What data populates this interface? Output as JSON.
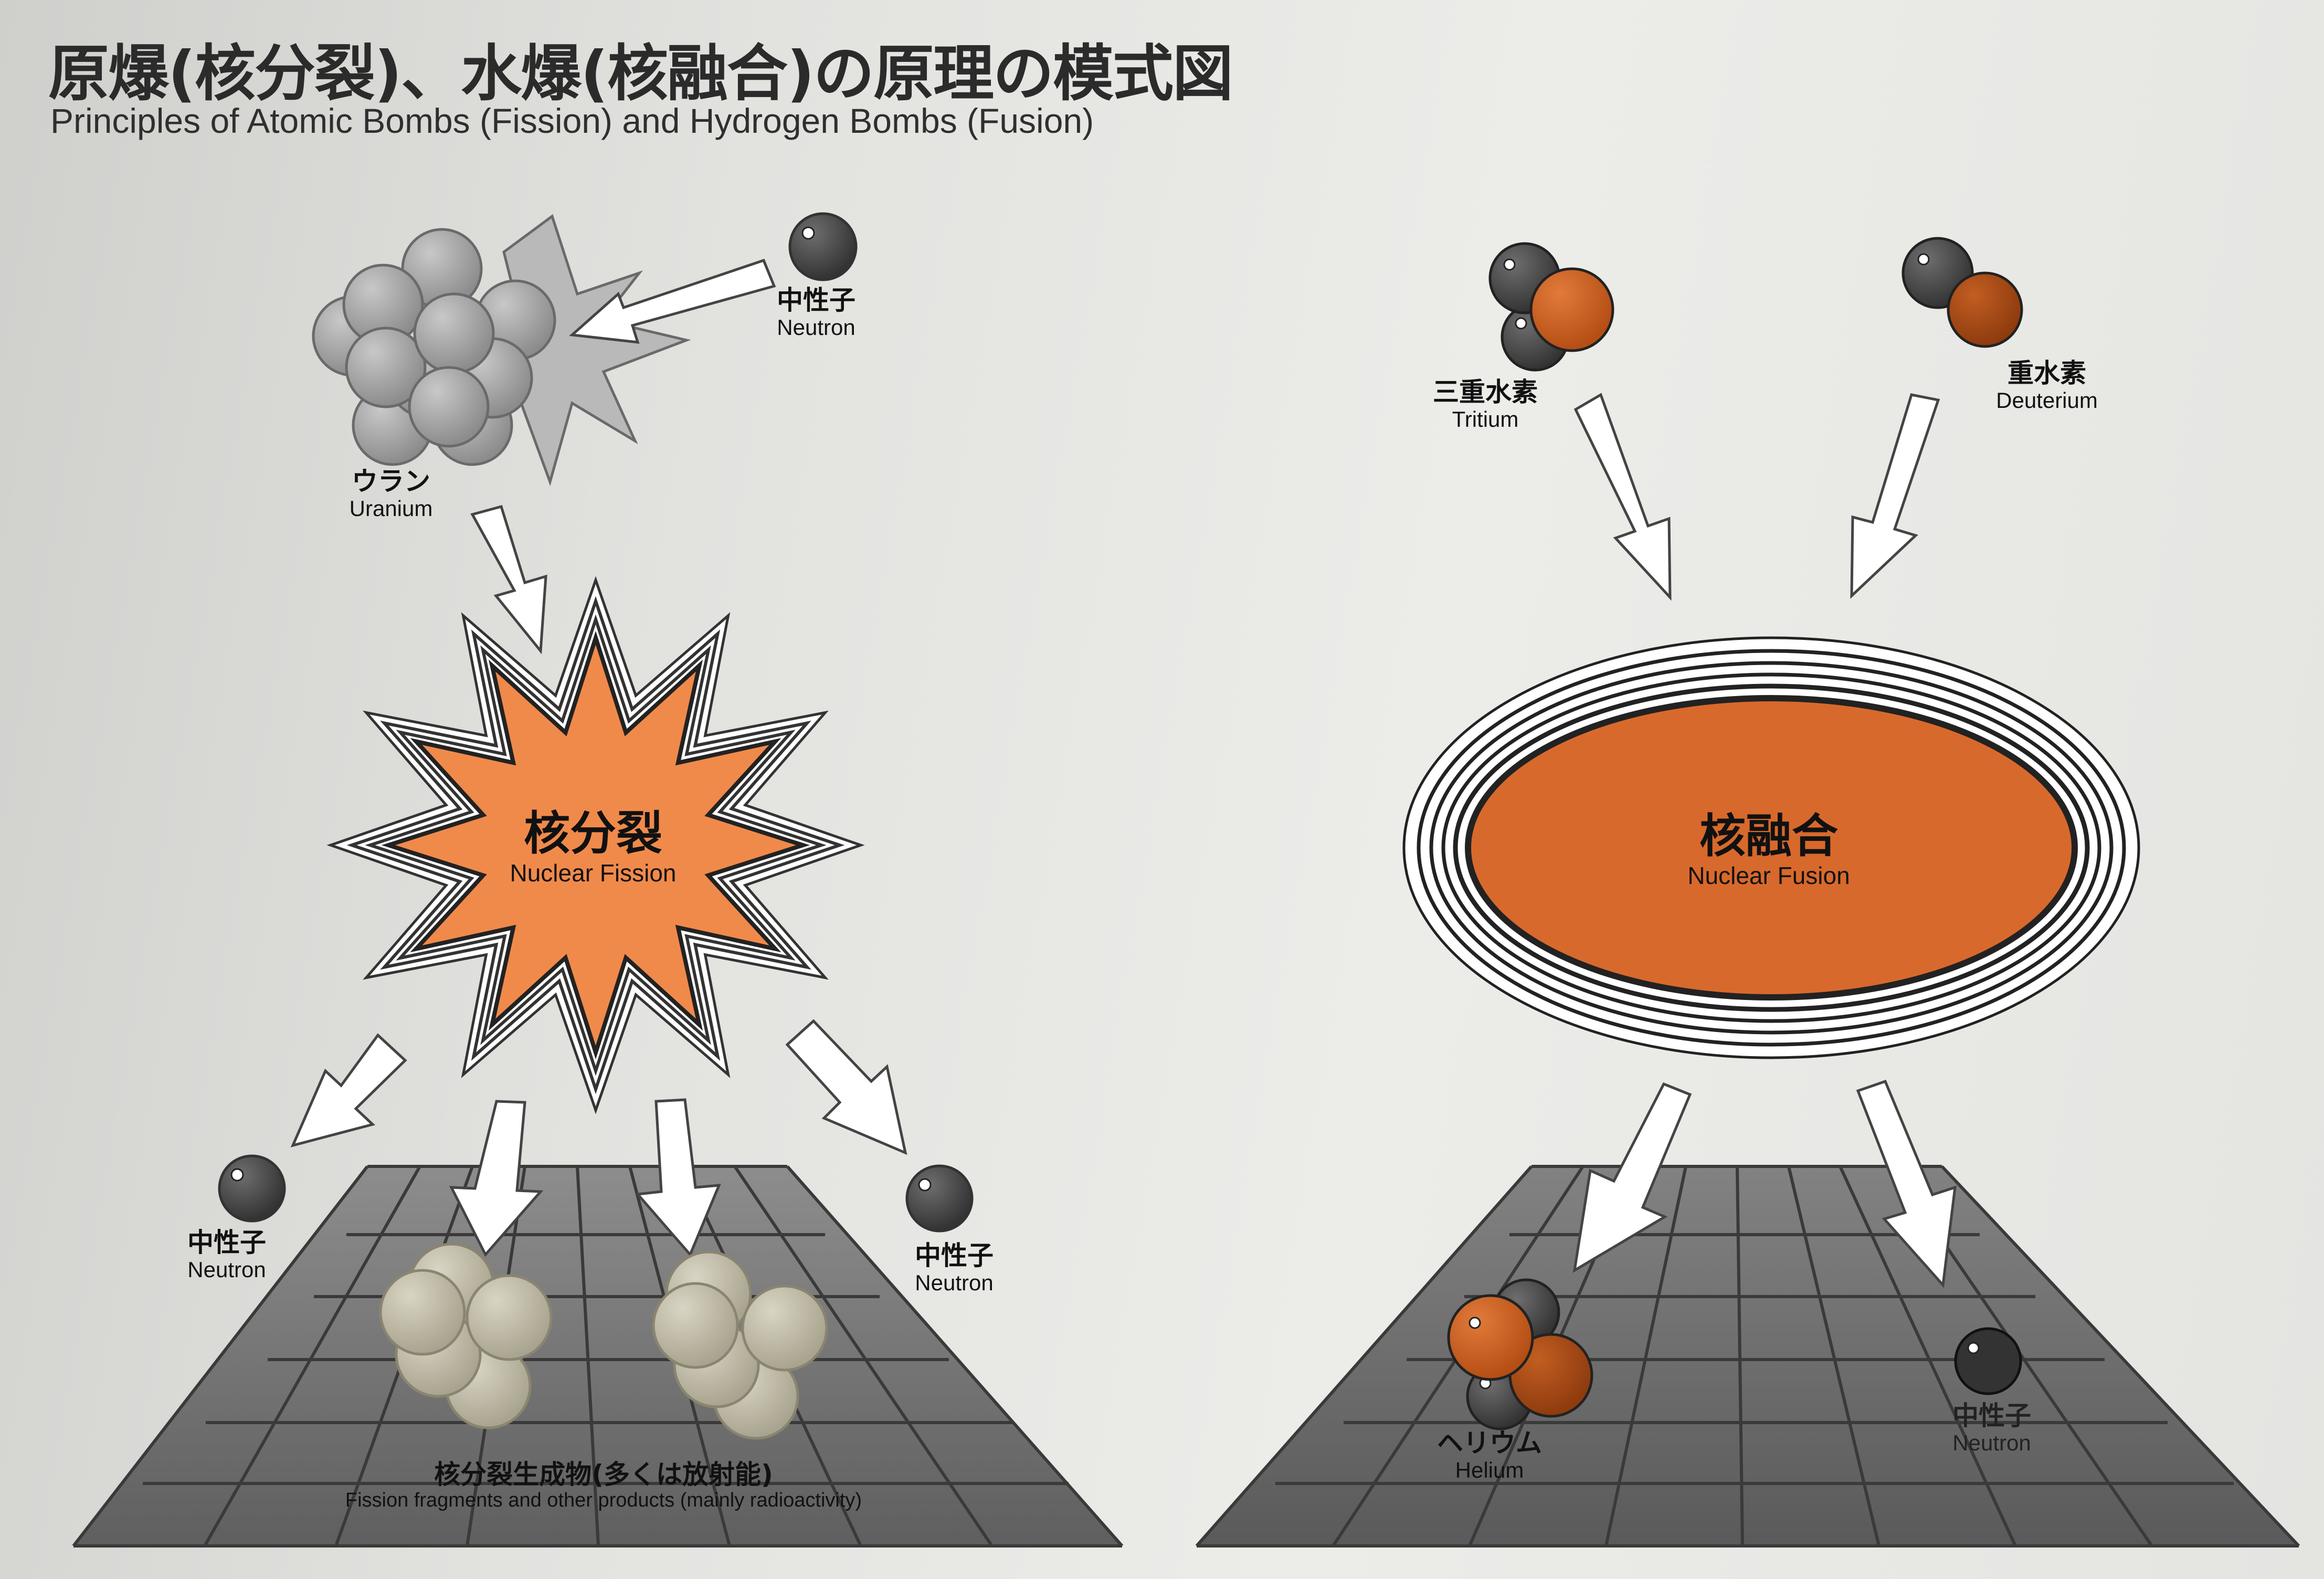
{
  "title": {
    "ja": "原爆(核分裂)、水爆(核融合)の原理の模式図",
    "en": "Principles of Atomic Bombs (Fission) and Hydrogen Bombs (Fusion)"
  },
  "fission": {
    "neutron_in": {
      "ja": "中性子",
      "en": "Neutron"
    },
    "uranium": {
      "ja": "ウラン",
      "en": "Uranium"
    },
    "center": {
      "ja": "核分裂",
      "en": "Nuclear Fission"
    },
    "neutron_left": {
      "ja": "中性子",
      "en": "Neutron"
    },
    "neutron_right": {
      "ja": "中性子",
      "en": "Neutron"
    },
    "products": {
      "ja": "核分裂生成物(多くは放射能)",
      "en": "Fission fragments and other products (mainly radioactivity)"
    }
  },
  "fusion": {
    "tritium": {
      "ja": "三重水素",
      "en": "Tritium"
    },
    "deuterium": {
      "ja": "重水素",
      "en": "Deuterium"
    },
    "center": {
      "ja": "核融合",
      "en": "Nuclear Fusion"
    },
    "helium": {
      "ja": "ヘリウム",
      "en": "Helium"
    },
    "neutron": {
      "ja": "中性子",
      "en": "Neutron"
    }
  },
  "colors": {
    "fission_core": "#f08a4b",
    "fusion_core": "#d8692c",
    "proton": "#d2601c",
    "deuteron_proton": "#b8501a",
    "neutron": "#505050",
    "uranium": "#a8a8a8",
    "fragment": "#c9c4b0",
    "grid": "#707070"
  }
}
